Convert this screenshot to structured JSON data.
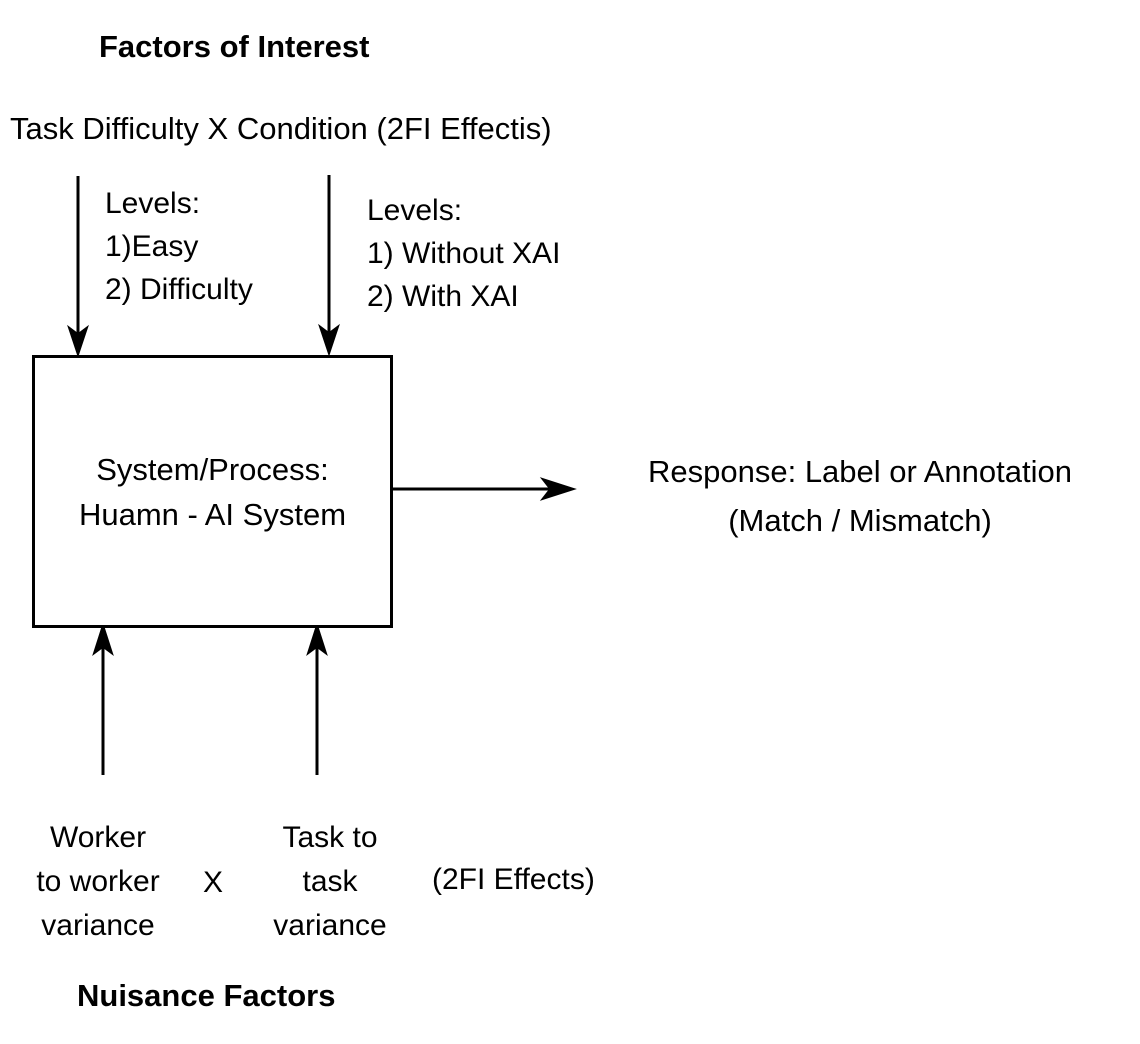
{
  "diagram": {
    "colors": {
      "ink": "#000000",
      "background": "#ffffff"
    },
    "factors": {
      "title": "Factors of Interest",
      "subtitle": "Task Difficulty X Condition (2FI Effectis)"
    },
    "difficulty_levels": {
      "heading": "Levels:",
      "items": [
        "1)Easy",
        "2) Difficulty"
      ]
    },
    "condition_levels": {
      "heading": "Levels:",
      "items": [
        "1) Without XAI",
        "2) With XAI"
      ]
    },
    "process_box": {
      "line1": "System/Process:",
      "line2": "Huamn - AI System"
    },
    "response": {
      "line1": "Response: Label or Annotation",
      "line2": "(Match / Mismatch)"
    },
    "nuisance": {
      "worker_factor": [
        "Worker",
        "to worker",
        "variance"
      ],
      "operator": "X",
      "task_factor": [
        "Task to",
        "task",
        "variance"
      ],
      "note": "(2FI Effects)",
      "title": "Nuisance Factors"
    }
  }
}
